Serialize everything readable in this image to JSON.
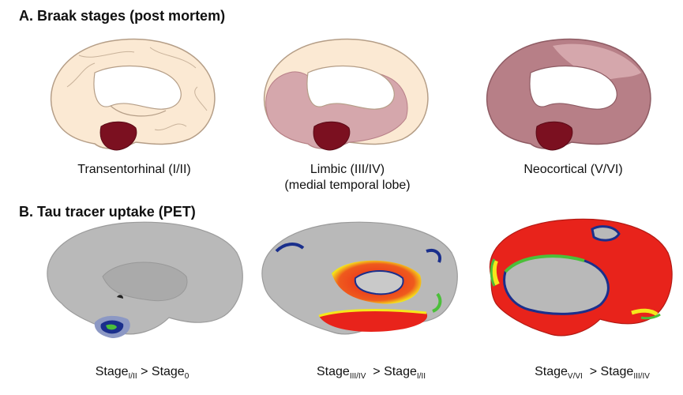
{
  "section_a": {
    "title": "A. Braak stages (post mortem)",
    "panels": [
      {
        "label": "Transentorhinal (I/II)",
        "sublabel": ""
      },
      {
        "label": "Limbic (III/IV)",
        "sublabel": "(medial temporal lobe)"
      },
      {
        "label": "Neocortical (V/VI)",
        "sublabel": ""
      }
    ]
  },
  "section_b": {
    "title": "B. Tau tracer uptake (PET)",
    "panels": [
      {
        "left": "Stage",
        "left_sub": "I/II",
        "op": " > ",
        "right": "Stage",
        "right_sub": "0"
      },
      {
        "left": "Stage",
        "left_sub": "III/IV",
        "op": "  > ",
        "right": "Stage",
        "right_sub": "I/II"
      },
      {
        "left": "Stage",
        "left_sub": "V/VI",
        "op": "  > ",
        "right": "Stage",
        "right_sub": "III/IV"
      }
    ]
  },
  "colors": {
    "brain_cream": "#fbe9d3",
    "brain_outline": "#b59e87",
    "tau_light": "#d5a7ac",
    "tau_mid": "#b77f87",
    "tau_dark": "#7b1020",
    "pet_gray": "#b9b9b9",
    "pet_red": "#e8231b",
    "pet_yellow": "#f5e81c",
    "pet_green": "#4bbf3a",
    "pet_blue": "#1a2f8c"
  }
}
